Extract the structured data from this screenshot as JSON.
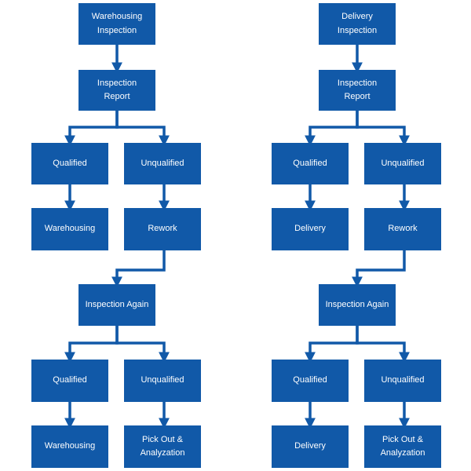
{
  "colors": {
    "box": "#1159a8",
    "text": "#ffffff",
    "connector": "#1159a8"
  },
  "left": {
    "start": "Warehousing\nInspection",
    "report": "Inspection\nReport",
    "qualified_1": "Qualified",
    "unqualified_1": "Unqualified",
    "outcome_1": "Warehousing",
    "rework": "Rework",
    "again": "Inspection Again",
    "qualified_2": "Qualified",
    "unqualified_2": "Unqualified",
    "outcome_2": "Warehousing",
    "pickout": "Pick Out &\nAnalyzation"
  },
  "right": {
    "start": "Delivery\nInspection",
    "report": "Inspection\nReport",
    "qualified_1": "Qualified",
    "unqualified_1": "Unqualified",
    "outcome_1": "Delivery",
    "rework": "Rework",
    "again": "Inspection Again",
    "qualified_2": "Qualified",
    "unqualified_2": "Unqualified",
    "outcome_2": "Delivery",
    "pickout": "Pick Out &\nAnalyzation"
  }
}
